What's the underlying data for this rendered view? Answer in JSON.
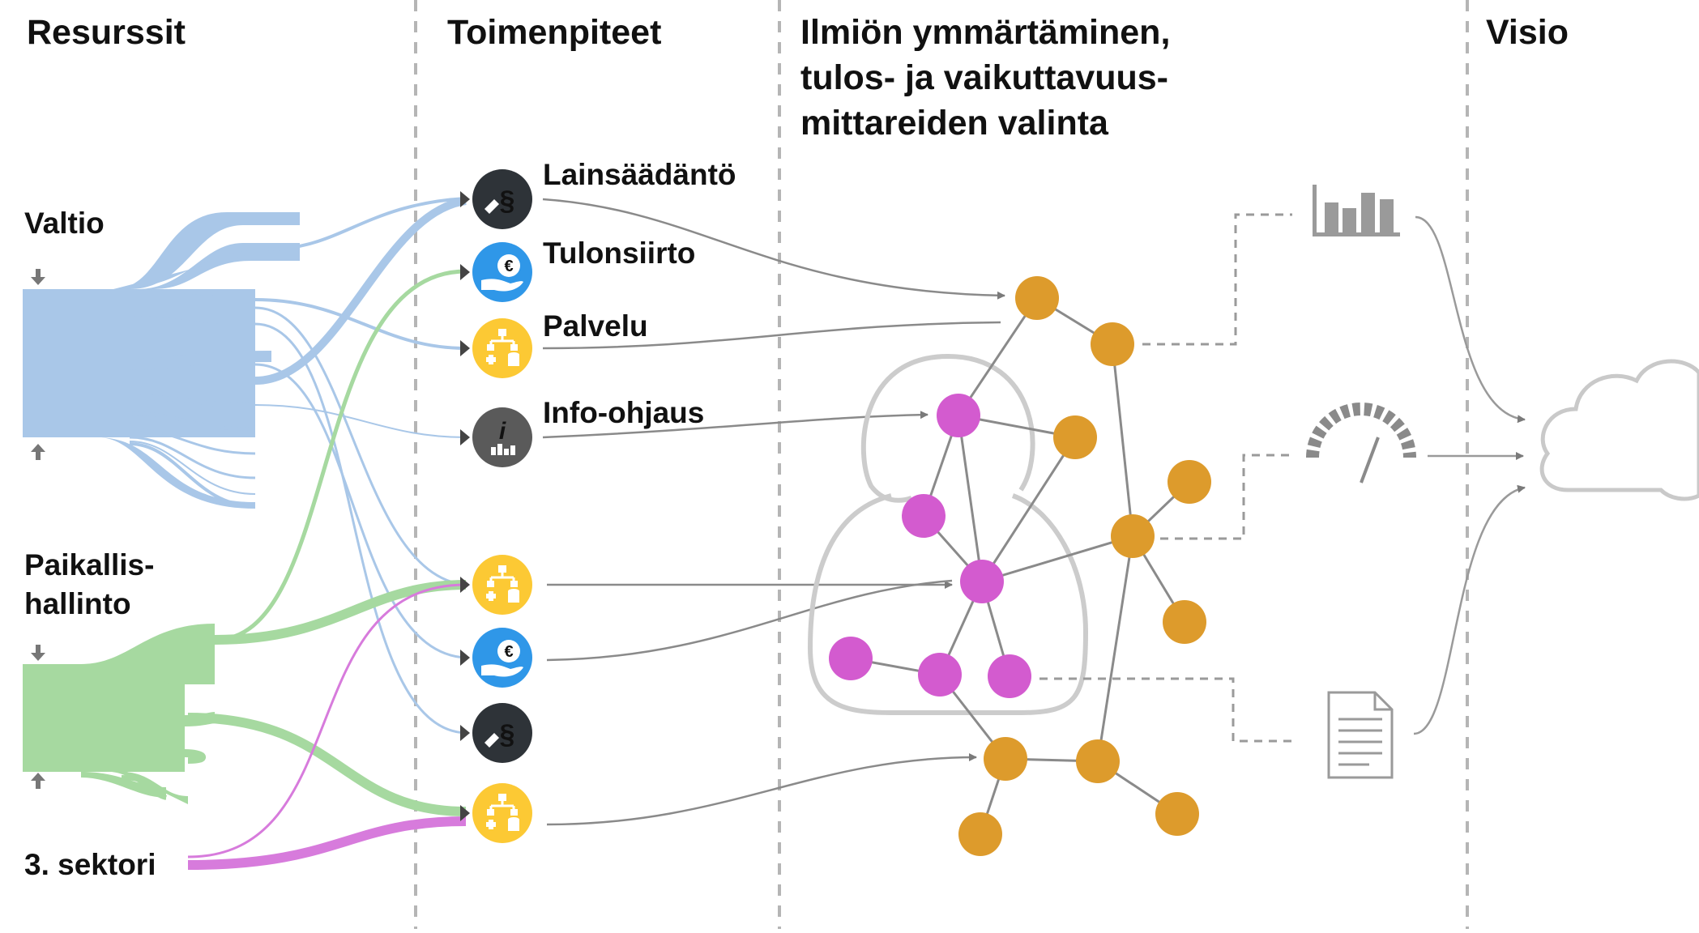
{
  "headers": {
    "resources": "Resurssit",
    "actions": "Toimenpiteet",
    "understanding": [
      "Ilmiön ymmärtäminen,",
      "tulos- ja vaikuttavuus-",
      "mittareiden valinta"
    ],
    "vision": "Visio"
  },
  "sources": {
    "state": "Valtio",
    "local_gov": [
      "Paikallis-",
      "hallinto"
    ],
    "third_sector": "3. sektori"
  },
  "action_labels": {
    "legislation": "Lainsäädäntö",
    "income_transfer": "Tulonsiirto",
    "service": "Palvelu",
    "info_guidance": "Info-ohjaus"
  },
  "icons": [
    {
      "name": "legislation-icon",
      "color": "#2e3338",
      "kind": "legislation"
    },
    {
      "name": "income-transfer-icon",
      "color": "#2f97e8",
      "kind": "euro"
    },
    {
      "name": "service-icon",
      "color": "#fcc934",
      "kind": "service"
    },
    {
      "name": "info-guidance-icon",
      "color": "#5a5a5a",
      "kind": "info"
    },
    {
      "name": "service-icon",
      "color": "#fcc934",
      "kind": "service"
    },
    {
      "name": "income-transfer-icon",
      "color": "#2f97e8",
      "kind": "euro"
    },
    {
      "name": "legislation-icon",
      "color": "#2e3338",
      "kind": "legislation"
    },
    {
      "name": "service-icon",
      "color": "#fcc934",
      "kind": "service"
    }
  ],
  "colors": {
    "state": "#a9c7e8",
    "local_gov": "#a6d9a0",
    "third_sector": "#d77bdc",
    "node_orange": "#dd9b2c",
    "node_magenta": "#d35bcf",
    "edge": "#8a8a8a",
    "divider": "#b5b5b5"
  },
  "right_icons": [
    "bar-chart-icon",
    "gauge-icon",
    "document-icon"
  ],
  "vision_icon": "cloud-icon"
}
